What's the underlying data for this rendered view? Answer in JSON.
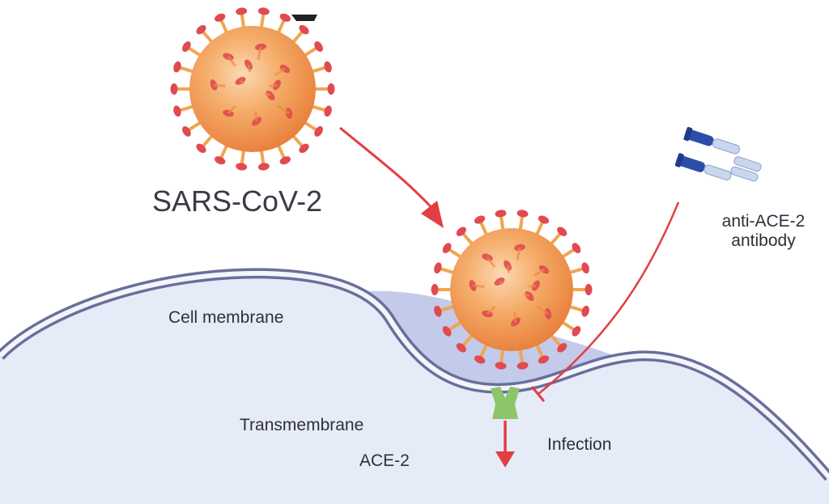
{
  "labels": {
    "virus": "SARS-CoV-2",
    "antibody_line1": "anti-ACE-2",
    "antibody_line2": "antibody",
    "membrane": "Cell membrane",
    "receptor_line1": "Transmembrane",
    "receptor_line2": "ACE-2",
    "infection": "Infection"
  },
  "colors": {
    "background": "#ffffff",
    "cell_fill": "#e6ecf7",
    "membrane_outer": "#6a6e9c",
    "membrane_inner": "#f4f5fb",
    "virus_core": "#f2a45e",
    "virus_spike_stem": "#f0a64f",
    "virus_spike_head": "#e04a50",
    "arrow": "#e23e44",
    "receptor": "#8cc56a",
    "antibody_dark": "#2b4fa8",
    "antibody_light": "#c9d7ee"
  },
  "icons": [
    "virus-icon",
    "antibody-icon",
    "ace2-receptor-icon"
  ]
}
